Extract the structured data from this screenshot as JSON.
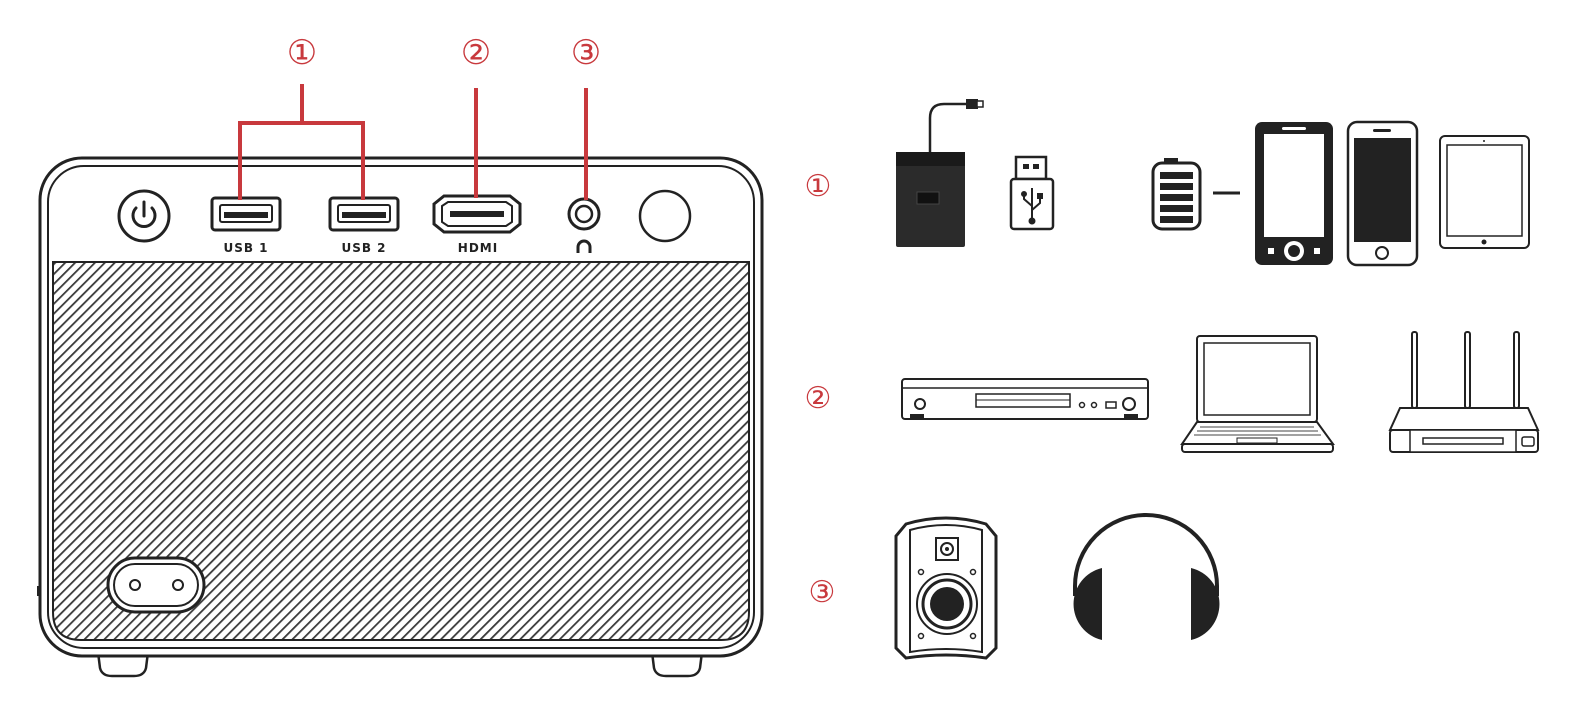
{
  "callouts": {
    "c1": "①",
    "c2": "②",
    "c3": "③"
  },
  "ports": {
    "usb1": "USB 1",
    "usb2": "USB 2",
    "hdmi": "HDMI"
  },
  "rows": [
    {
      "marker": "①",
      "devices": [
        "hard-drive",
        "usb-flash-drive",
        "power-bank",
        "android-phone",
        "iphone",
        "tablet"
      ]
    },
    {
      "marker": "②",
      "devices": [
        "dvd-player",
        "laptop",
        "wifi-router"
      ]
    },
    {
      "marker": "③",
      "devices": [
        "speaker",
        "headphones"
      ]
    }
  ],
  "colors": {
    "callout": "#c8393d",
    "outline": "#222222",
    "device_dark": "#2b2b2b"
  },
  "icons": {
    "power": "power-icon",
    "headphone_jack": "headphone-jack-icon"
  }
}
